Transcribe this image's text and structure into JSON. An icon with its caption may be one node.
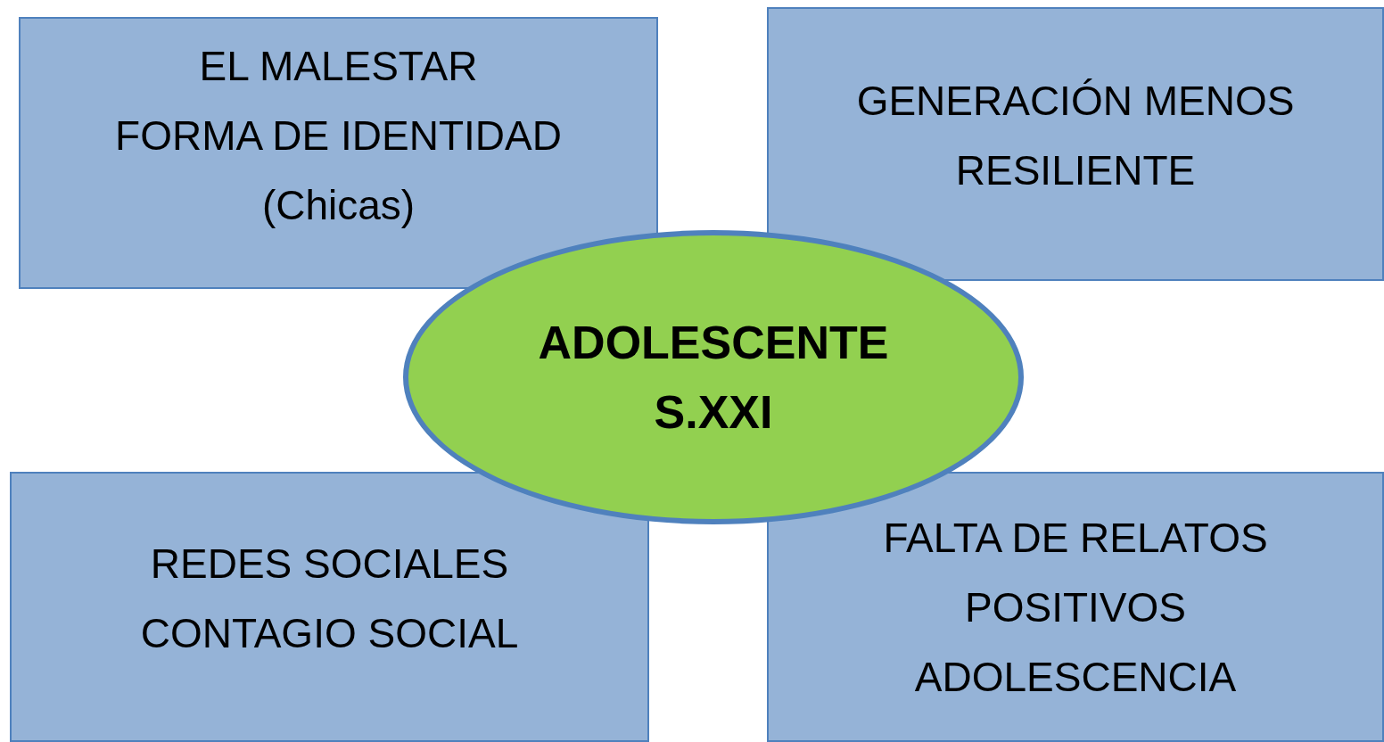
{
  "diagram": {
    "nodes": [
      {
        "text": [
          "EL MALESTAR",
          "FORMA DE IDENTIDAD",
          "(Chicas)"
        ]
      },
      {
        "text": [
          "GENERACIÓN MENOS RESILIENTE"
        ]
      },
      {
        "text": [
          "REDES SOCIALES",
          "CONTAGIO SOCIAL"
        ]
      },
      {
        "text": [
          "FALTA DE RELATOS",
          "POSITIVOS",
          "ADOLESCENCIA"
        ]
      },
      {
        "text": [
          "ADOLESCENTE S.XXI"
        ]
      }
    ]
  }
}
